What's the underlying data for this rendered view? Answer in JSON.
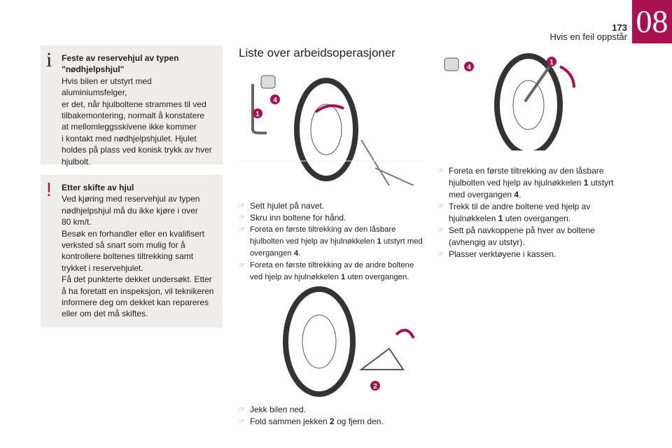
{
  "header": {
    "page_number": "173",
    "section": "Hvis en feil oppstår",
    "chapter": "08"
  },
  "colors": {
    "accent": "#a8104f",
    "box_bg": "#efedea"
  },
  "info_box": {
    "icon": "i",
    "title1": "Feste av reservehjul av typen",
    "title2": "\"nødhjelpshjul\"",
    "lines": [
      "Hvis bilen er utstyrt med aluminiumsfelger,",
      "er det, når hjulboltene strammes til ved",
      "tilbakemontering, normalt å konstatere",
      "at mellomleggsskivene ikke kommer",
      "i kontakt med nødhjelpshjulet. Hjulet",
      "holdes på plass ved konisk trykk av hver",
      "hjulbolt."
    ]
  },
  "warning_box": {
    "icon": "!",
    "title": "Etter skifte av hjul",
    "lines": [
      "Ved kjøring med reservehjul av typen",
      "nødhjelpshjul må du ikke kjøre i over",
      "80 km/t.",
      "Besøk en forhandler eller en kvalifisert",
      "verksted så snart som mulig for å",
      "kontrollere boltenes tiltrekking samt",
      "trykket i reservehjulet.",
      "Få det punkterte dekket undersøkt. Etter",
      "å ha foretatt en inspeksjon, vil teknikeren",
      "informere deg om dekket kan repareres",
      "eller om det må skiftes."
    ]
  },
  "main": {
    "title": "Liste over arbeidsoperasjoner",
    "bullet": "☞",
    "labels": {
      "one": "1",
      "two": "2",
      "four": "4"
    },
    "list1": [
      {
        "a": "Sett hjulet på navet."
      },
      {
        "a": "Skru inn boltene for hånd."
      },
      {
        "a": "Foreta en første tiltrekking av den låsbare hjulbolten ved hjelp av hjulnøkkelen ",
        "b": "1",
        "c": " utstyrt med overgangen ",
        "d": "4",
        "e": "."
      },
      {
        "a": "Foreta en første tiltrekking av de andre boltene ved hjelp av hjulnøkkelen ",
        "b": "1",
        "c": " uten overgangen."
      }
    ],
    "list2": [
      {
        "a": "Jekk bilen ned."
      },
      {
        "a": "Fold sammen jekken ",
        "b": "2",
        "c": " og fjern den."
      }
    ],
    "list3": [
      {
        "a": "Foreta en første tiltrekking av den låsbare hjulbolten ved hjelp av hjulnøkkelen ",
        "b": "1",
        "c": " utstyrt med overgangen ",
        "d": "4",
        "e": "."
      },
      {
        "a": "Trekk til de andre boltene ved hjelp av hjulnøkkelen ",
        "b": "1",
        "c": " uten overgangen."
      },
      {
        "a": "Sett på navkoppene på hver av boltene (avhengig av utstyr)."
      },
      {
        "a": "Plasser verktøyene i kassen."
      }
    ]
  }
}
